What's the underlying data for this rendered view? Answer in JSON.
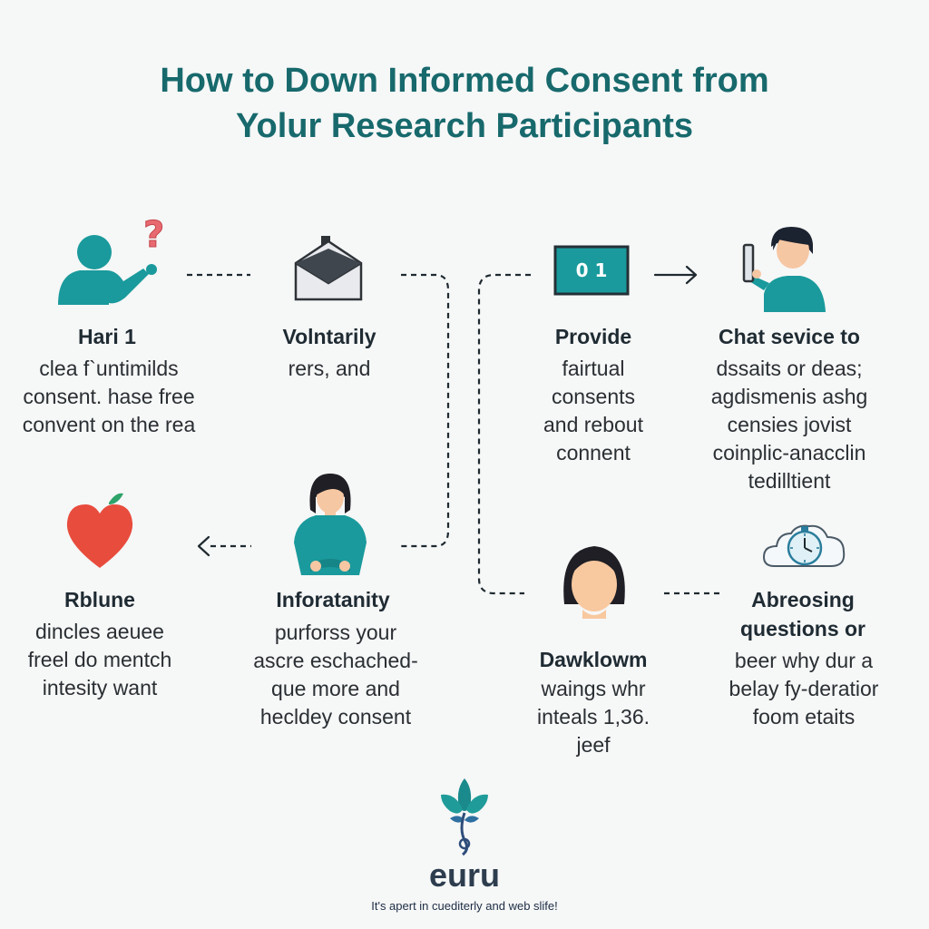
{
  "title": {
    "line1": "How to Down Informed Consent from",
    "line2": "Yolur Research Participants"
  },
  "steps": [
    {
      "heading": "Hari 1",
      "lines": [
        "clea f`untimilds",
        "consent. hase free",
        "convent on the rea"
      ]
    },
    {
      "heading": "Volntarily",
      "lines": [
        "rers, and"
      ]
    },
    {
      "heading": "Provide",
      "lines": [
        "fairtual",
        "consents",
        "and rebout",
        "connent"
      ]
    },
    {
      "heading": "Chat sevice to",
      "lines": [
        "dssaits or deas;",
        "agdismenis ashg",
        "censies jovist",
        "coinplic-anacclin",
        "tedilltient"
      ]
    },
    {
      "heading": "Rblune",
      "lines": [
        "dincles aeuee",
        "freel do mentch",
        "intesity want"
      ]
    },
    {
      "heading": "Inforatanity",
      "lines": [
        "purforss your",
        "ascre eschached-",
        "que more and",
        "hecldey consent"
      ]
    },
    {
      "heading": "Dawklowm",
      "lines": [
        "waings whr",
        "inteals 1,36.",
        "jeef"
      ]
    },
    {
      "heading": "Abreosing questions or",
      "heading_lines": [
        "Abreosing",
        "questions or"
      ],
      "lines": [
        "beer why dur a",
        "belay fy-deratior",
        "foom etaits"
      ]
    }
  ],
  "screen_label": "0 1",
  "brand": {
    "name": "euru",
    "tagline": "It's apert in cuediterly and web slife!"
  },
  "colors": {
    "teal": "#1a9a9c",
    "title": "#17696c",
    "heart": "#e84c3d",
    "question": "#e86a70",
    "skin": "#f6c7a3",
    "hair": "#1f1f25"
  },
  "icons": [
    "person-question-icon",
    "envelope-icon",
    "screen-icon",
    "person-phone-icon",
    "heart-apple-icon",
    "woman-icon",
    "face-icon",
    "cloud-clock-icon",
    "leaf-logo-icon"
  ]
}
